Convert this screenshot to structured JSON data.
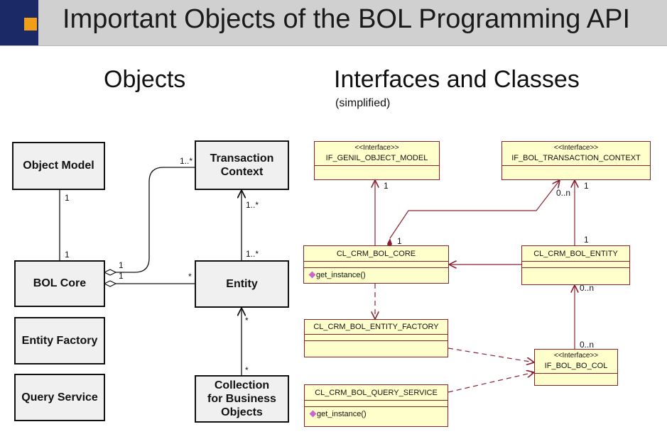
{
  "slide": {
    "title": "Important Objects of the BOL Programming API",
    "left_heading": "Objects",
    "right_heading": "Interfaces and Classes",
    "right_subheading": "(simplified)"
  },
  "objects": {
    "object_model": "Object Model",
    "transaction_context": "Transaction\nContext",
    "bol_core": "BOL Core",
    "entity": "Entity",
    "entity_factory": "Entity Factory",
    "query_service": "Query Service",
    "collection": "Collection\nfor Business\nObjects"
  },
  "object_labels": {
    "om_core_top": "1",
    "om_core_bottom": "1",
    "core_tc_core": "1",
    "core_tc_tc": "1..*",
    "core_entity_core": "1",
    "core_entity_entity": "*",
    "entity_tc_entity": "1..*",
    "entity_tc_tc": "1..*",
    "coll_entity_entity": "*",
    "coll_entity_coll": "*"
  },
  "classes": {
    "stereotype": "<<Interface>>",
    "if_genil": "IF_GENIL_OBJECT_MODEL",
    "if_tc": "IF_BOL_TRANSACTION_CONTEXT",
    "core": "CL_CRM_BOL_CORE",
    "entity": "CL_CRM_BOL_ENTITY",
    "factory": "CL_CRM_BOL_ENTITY_FACTORY",
    "if_col": "IF_BOL_BO_COL",
    "query": "CL_CRM_BOL_QUERY_SERVICE",
    "method": "get_instance()"
  },
  "class_labels": {
    "core_genil": "1",
    "core_tc_core": "1",
    "core_tc_tc": "0..n",
    "entity_tc_entity": "1",
    "entity_tc_tc": "1",
    "col_entity_entity": "0..n",
    "col_entity_col": "0..n"
  }
}
